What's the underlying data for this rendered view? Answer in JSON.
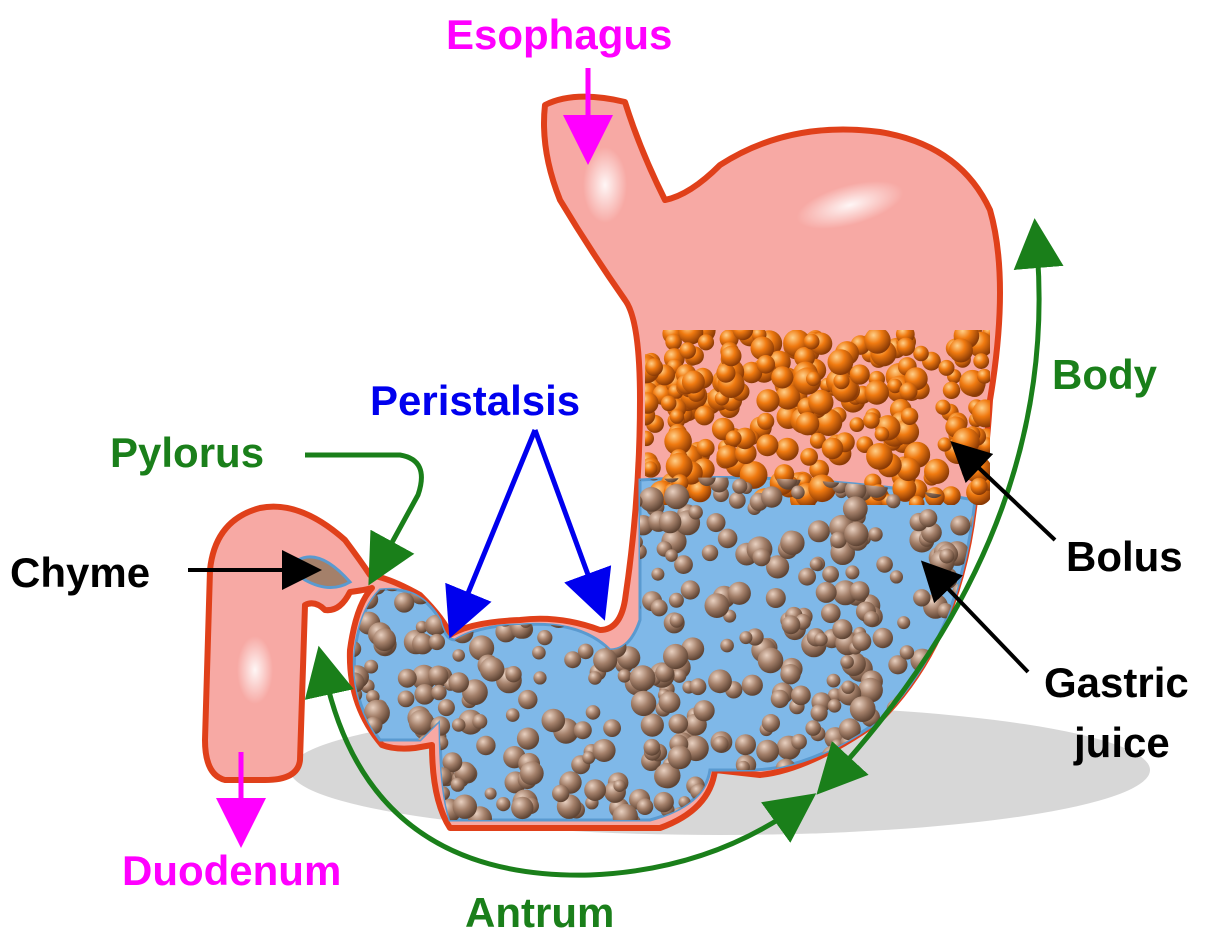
{
  "labels": {
    "esophagus": "Esophagus",
    "duodenum": "Duodenum",
    "pylorus": "Pylorus",
    "chyme": "Chyme",
    "peristalsis": "Peristalsis",
    "body": "Body",
    "bolus": "Bolus",
    "gastric_juice_line1": "Gastric",
    "gastric_juice_line2": "juice",
    "antrum": "Antrum"
  },
  "colors": {
    "wall_fill": "#f7a9a4",
    "wall_stroke": "#e0401a",
    "bolus": "#f07a10",
    "gastric_juice": "#7fb8e8",
    "chyme_particles": "#a4806a",
    "shadow": "#d0d0d0",
    "magenta_labels": "#ff00ff",
    "green_labels": "#1a7f1a",
    "blue_labels": "#0000ee",
    "black_labels": "#000000"
  }
}
